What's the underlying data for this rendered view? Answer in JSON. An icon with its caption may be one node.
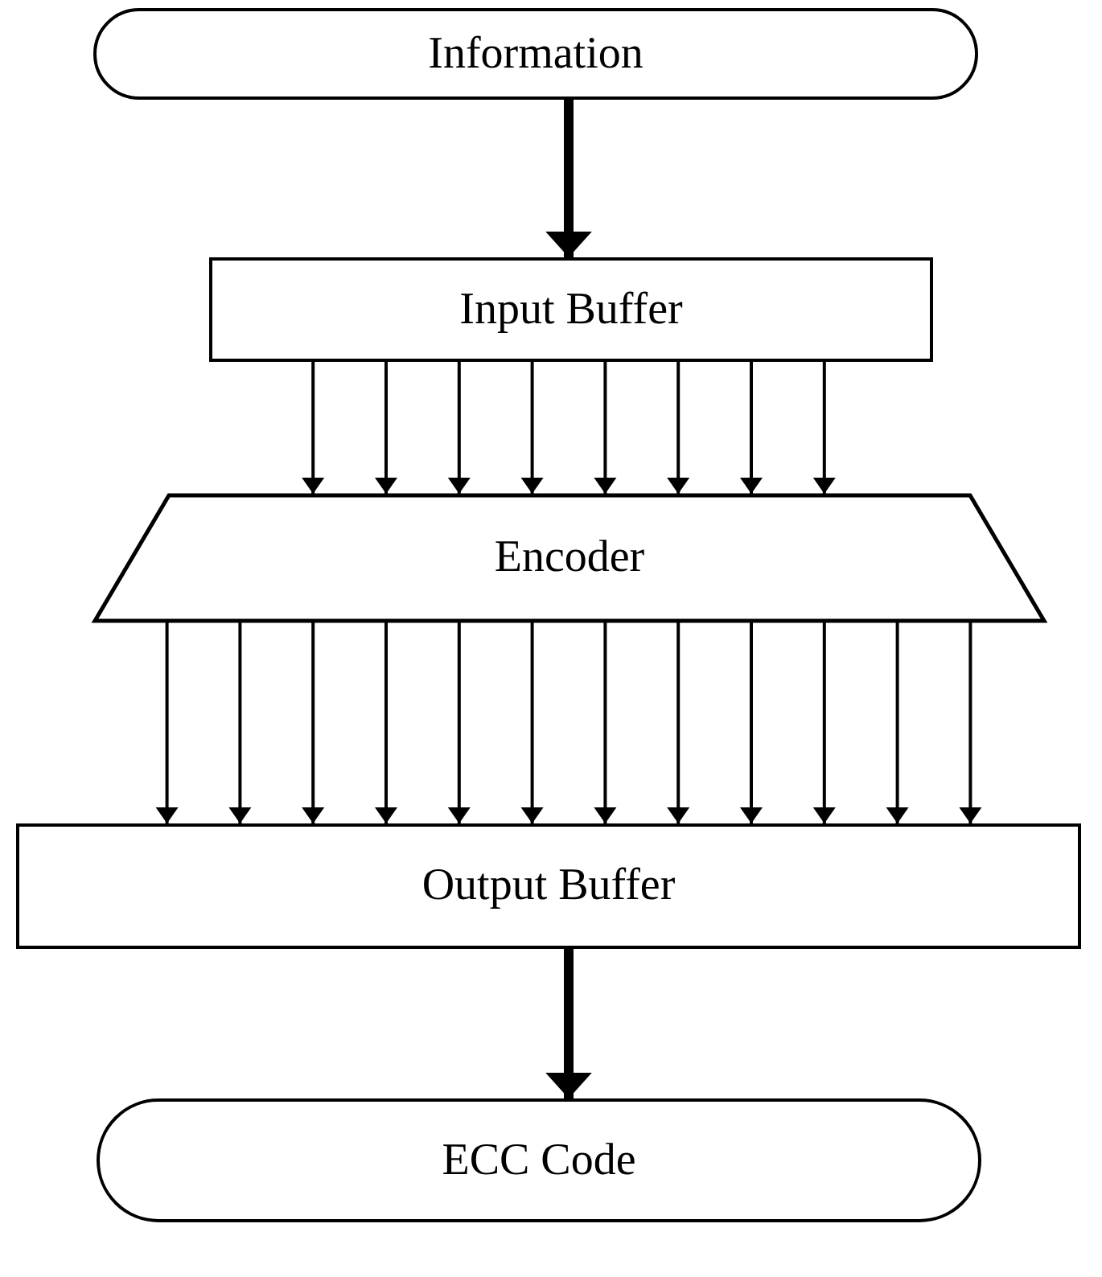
{
  "diagram": {
    "nodes": [
      {
        "text": [
          "Information"
        ]
      },
      {
        "text": [
          "Input Buffer"
        ]
      },
      {
        "text": [
          "Encoder"
        ]
      },
      {
        "text": [
          "Output Buffer"
        ]
      },
      {
        "text": [
          "ECC Code"
        ]
      }
    ],
    "edges": [
      {
        "from": 0,
        "to": 1,
        "arrow": "to",
        "style": "thick"
      },
      {
        "from": 1,
        "to": 2,
        "arrow": "to"
      },
      {
        "from": 1,
        "to": 2,
        "arrow": "to"
      },
      {
        "from": 1,
        "to": 2,
        "arrow": "to"
      },
      {
        "from": 1,
        "to": 2,
        "arrow": "to"
      },
      {
        "from": 1,
        "to": 2,
        "arrow": "to"
      },
      {
        "from": 1,
        "to": 2,
        "arrow": "to"
      },
      {
        "from": 1,
        "to": 2,
        "arrow": "to"
      },
      {
        "from": 1,
        "to": 2,
        "arrow": "to"
      },
      {
        "from": 2,
        "to": 3,
        "arrow": "to"
      },
      {
        "from": 2,
        "to": 3,
        "arrow": "to"
      },
      {
        "from": 2,
        "to": 3,
        "arrow": "to"
      },
      {
        "from": 2,
        "to": 3,
        "arrow": "to"
      },
      {
        "from": 2,
        "to": 3,
        "arrow": "to"
      },
      {
        "from": 2,
        "to": 3,
        "arrow": "to"
      },
      {
        "from": 2,
        "to": 3,
        "arrow": "to"
      },
      {
        "from": 2,
        "to": 3,
        "arrow": "to"
      },
      {
        "from": 2,
        "to": 3,
        "arrow": "to"
      },
      {
        "from": 2,
        "to": 3,
        "arrow": "to"
      },
      {
        "from": 2,
        "to": 3,
        "arrow": "to"
      },
      {
        "from": 2,
        "to": 3,
        "arrow": "to"
      },
      {
        "from": 3,
        "to": 4,
        "arrow": "to",
        "style": "thick"
      }
    ]
  }
}
